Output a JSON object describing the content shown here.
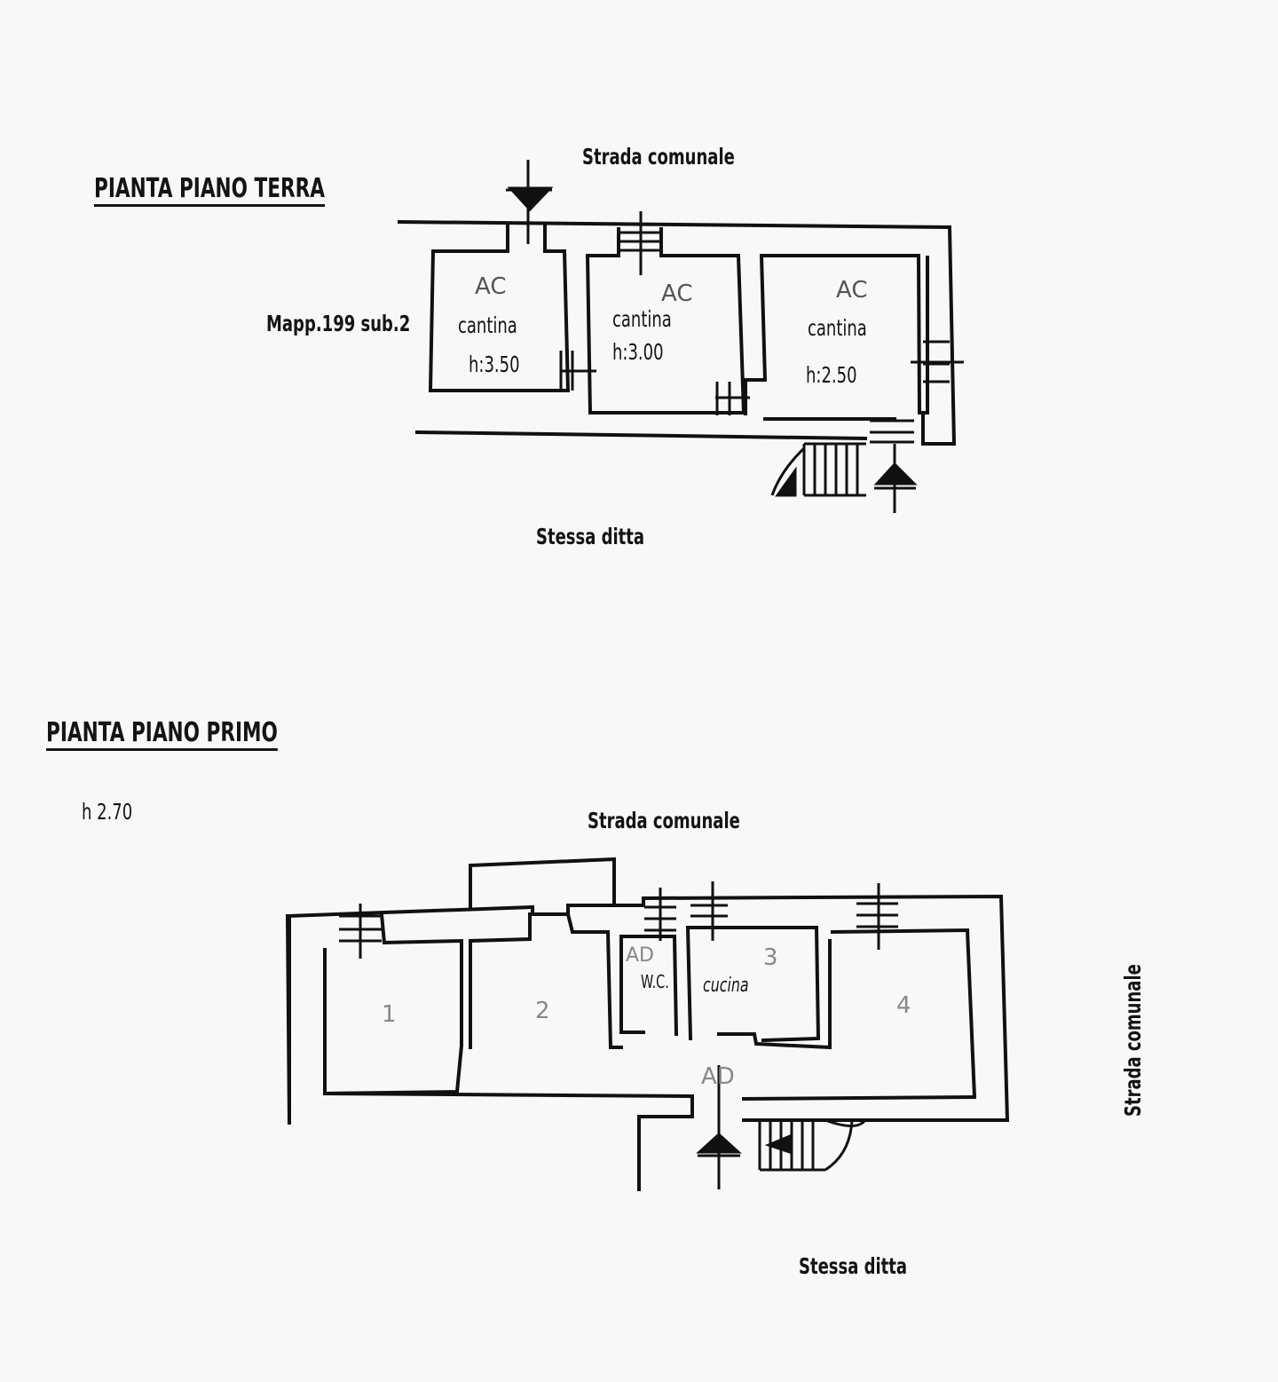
{
  "ground_floor": {
    "title": "PIANTA PIANO TERRA",
    "street_top": "Strada comunale",
    "street_bottom": "Stessa ditta",
    "parcel_ref": "Mapp.199 sub.2",
    "rooms": [
      {
        "code": "AC",
        "name": "cantina",
        "height": "h:3.50"
      },
      {
        "code": "AC",
        "name": "cantina",
        "height": "h:3.00"
      },
      {
        "code": "AC",
        "name": "cantina",
        "height": "h:2.50"
      }
    ]
  },
  "first_floor": {
    "title": "PIANTA PIANO PRIMO",
    "floor_height": "h 2.70",
    "street_top": "Strada comunale",
    "street_right": "Strada comunale",
    "street_bottom": "Stessa ditta",
    "rooms": [
      {
        "number": "1"
      },
      {
        "number": "2"
      },
      {
        "code": "AD",
        "name": "W.C."
      },
      {
        "number": "3",
        "name": "cucina"
      },
      {
        "number": "4"
      }
    ],
    "corridor_code": "AD"
  }
}
